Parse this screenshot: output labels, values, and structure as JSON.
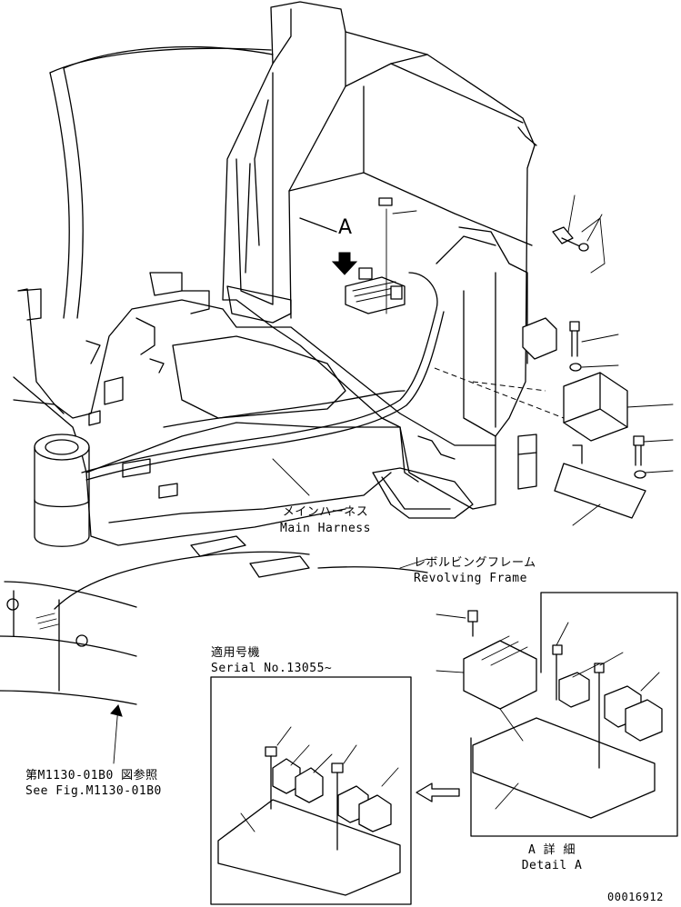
{
  "labels": {
    "view_letter": "A",
    "main_harness_jp": "メインハーネス",
    "main_harness_en": "Main Harness",
    "revolving_frame_jp": "レボルビングフレーム",
    "revolving_frame_en": "Revolving Frame",
    "serial_jp": "適用号機",
    "serial_en": "Serial No.13055~",
    "see_fig_jp": "第M1130-01B0 図参照",
    "see_fig_en": "See Fig.M1130-01B0",
    "detail_jp": "A 詳 細",
    "detail_en": "Detail A",
    "drawing_number": "00016912"
  }
}
